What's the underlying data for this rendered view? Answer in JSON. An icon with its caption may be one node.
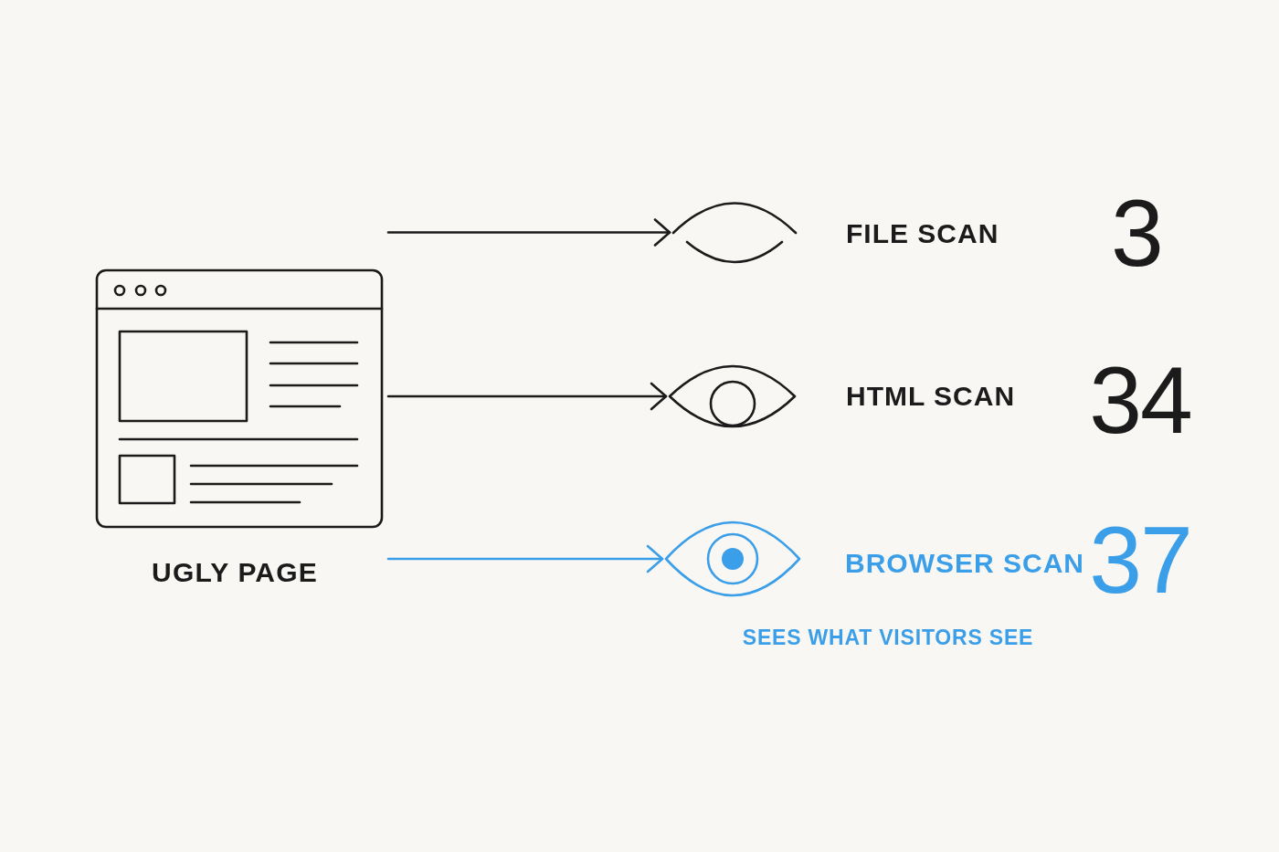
{
  "diagram": {
    "nodes": [
      {
        "text": [
          "UGLY PAGE"
        ]
      },
      {
        "text": [],
        "shape": "picture",
        "beside": [
          "FILE SCAN",
          "3"
        ]
      },
      {
        "text": [],
        "shape": "picture",
        "beside": [
          "HTML SCAN",
          "34"
        ]
      },
      {
        "text": [],
        "shape": "picture",
        "beside": [
          "BROWSER SCAN",
          "37",
          "SEES WHAT VISITORS SEE"
        ]
      }
    ],
    "edges": [
      {
        "from": 0,
        "to": 1,
        "arrow": "to"
      },
      {
        "from": 0,
        "to": 2,
        "arrow": "to"
      },
      {
        "from": 0,
        "to": 3,
        "arrow": "to",
        "color": "#3b9ee8"
      }
    ]
  }
}
